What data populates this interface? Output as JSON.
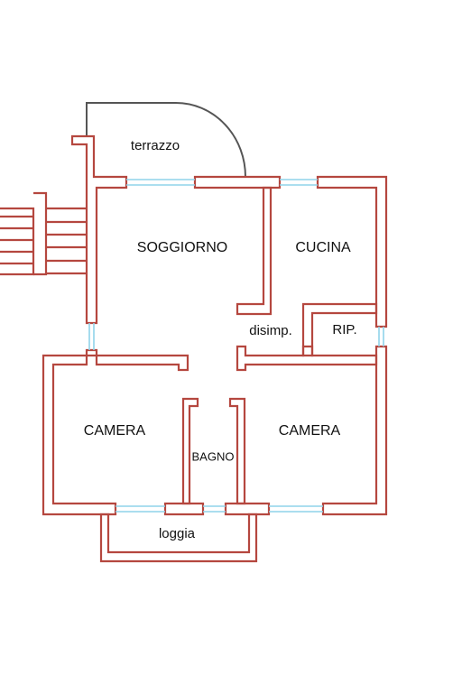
{
  "rooms": {
    "terrazzo": "terrazzo",
    "soggiorno": "SOGGIORNO",
    "cucina": "CUCINA",
    "disimpegno": "disimp.",
    "ripostiglio": "RIP.",
    "camera_left": "CAMERA",
    "bagno": "BAGNO",
    "camera_right": "CAMERA",
    "loggia": "loggia"
  },
  "colors": {
    "wall": "#b5473f",
    "window": "#8fd3ea",
    "door_swing": "#555555",
    "label": "#111111",
    "background": "#ffffff"
  }
}
